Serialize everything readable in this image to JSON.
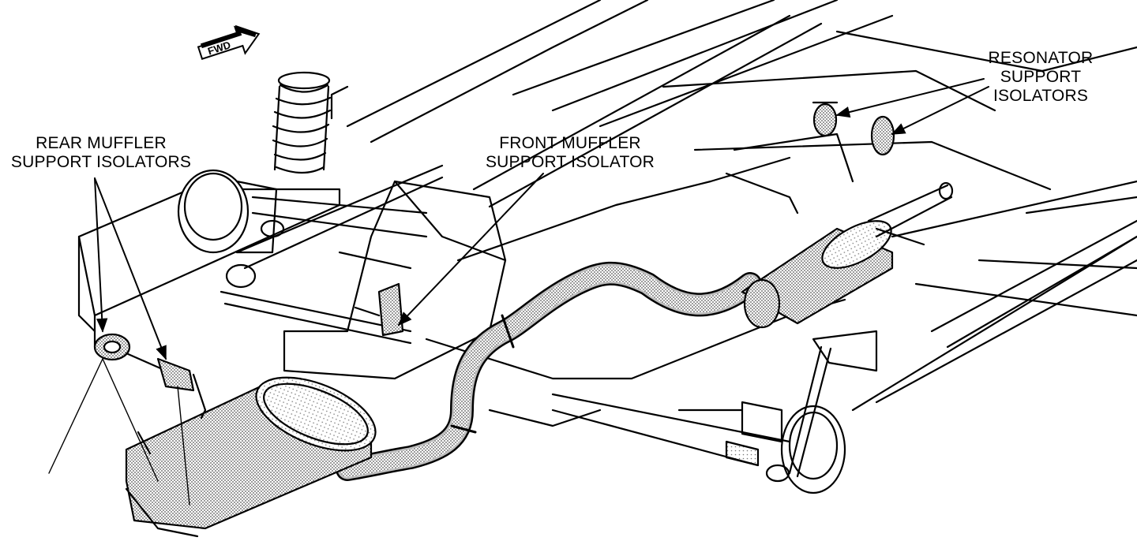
{
  "fwd_label": "FWD",
  "callouts": {
    "rear_muffler": {
      "line1": "REAR MUFFLER",
      "line2": "SUPPORT ISOLATORS"
    },
    "front_muffler": {
      "line1": "FRONT MUFFLER",
      "line2": "SUPPORT ISOLATOR"
    },
    "resonator": {
      "line1": "RESONATOR",
      "line2": "SUPPORT",
      "line3": "ISOLATORS"
    }
  },
  "colors": {
    "ink": "#000000",
    "paper": "#ffffff",
    "shade": "#b9b9b9"
  }
}
